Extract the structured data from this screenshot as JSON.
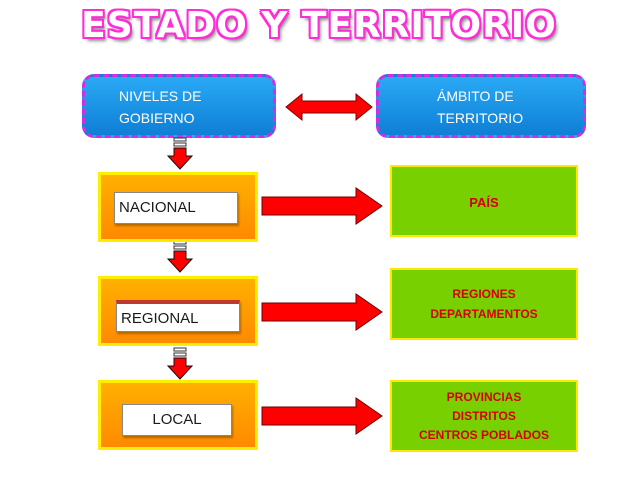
{
  "title": "ESTADO Y TERRITORIO",
  "header_left": {
    "line1": "NIVELES DE",
    "line2": "GOBIERNO"
  },
  "header_right": {
    "line1": "ÁMBITO DE",
    "line2": "TERRITORIO"
  },
  "levels": [
    {
      "label": "NACIONAL",
      "territory": [
        "PAÍS"
      ]
    },
    {
      "label": "REGIONAL",
      "territory": [
        "REGIONES",
        "DEPARTAMENTOS"
      ]
    },
    {
      "label": "LOCAL",
      "territory": [
        "PROVINCIAS",
        "DISTRITOS",
        "CENTROS POBLADOS"
      ]
    }
  ],
  "colors": {
    "title_outline": "#ff2dd8",
    "header_fill": "#1a96ea",
    "level_fill": "#ff9a00",
    "territory_fill": "#78d000",
    "territory_text": "#d60000",
    "arrow": "#ff0000"
  }
}
